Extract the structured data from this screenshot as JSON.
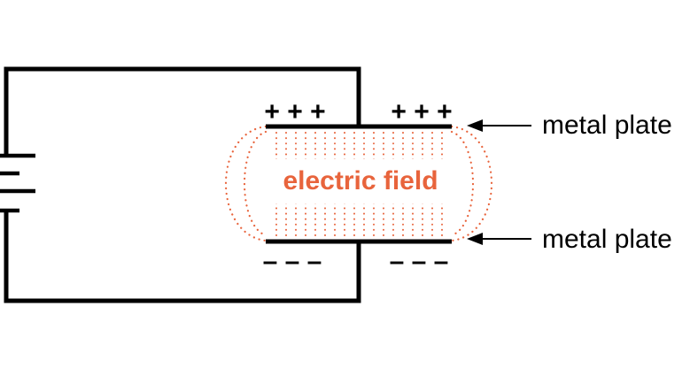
{
  "labels": {
    "field": "electric field",
    "top_plate": "metal plate",
    "bottom_plate": "metal plate"
  },
  "charges": {
    "top_left": "+ + +",
    "top_right": "+ + +",
    "bottom_left": "– – –",
    "bottom_right": "– – –"
  },
  "colors": {
    "field": "#e8643c",
    "wire": "#000000"
  }
}
